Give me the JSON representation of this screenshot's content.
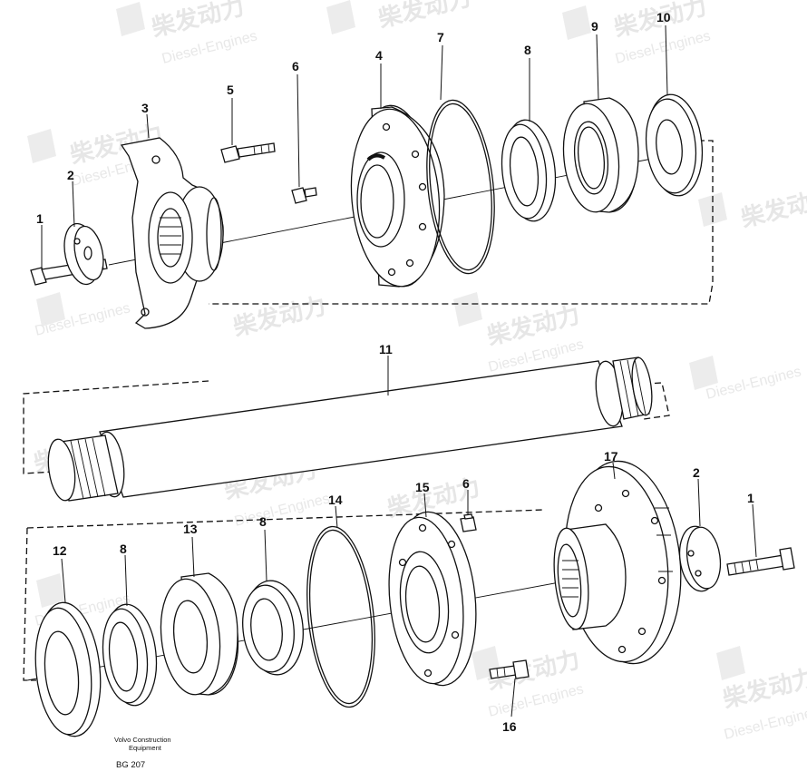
{
  "watermark": {
    "brand": "柴发动力",
    "sub": "Diesel-Engines"
  },
  "caption": {
    "line1": "Volvo Construction",
    "line2": "Equipment",
    "code": "BG 207"
  },
  "callouts": {
    "c1a": "1",
    "c2a": "2",
    "c3": "3",
    "c4": "4",
    "c5": "5",
    "c6a": "6",
    "c7": "7",
    "c8a": "8",
    "c9": "9",
    "c10": "10",
    "c11": "11",
    "c12": "12",
    "c8b": "8",
    "c13": "13",
    "c8c": "8",
    "c14": "14",
    "c15": "15",
    "c6b": "6",
    "c16": "16",
    "c17": "17",
    "c2b": "2",
    "c1b": "1"
  }
}
